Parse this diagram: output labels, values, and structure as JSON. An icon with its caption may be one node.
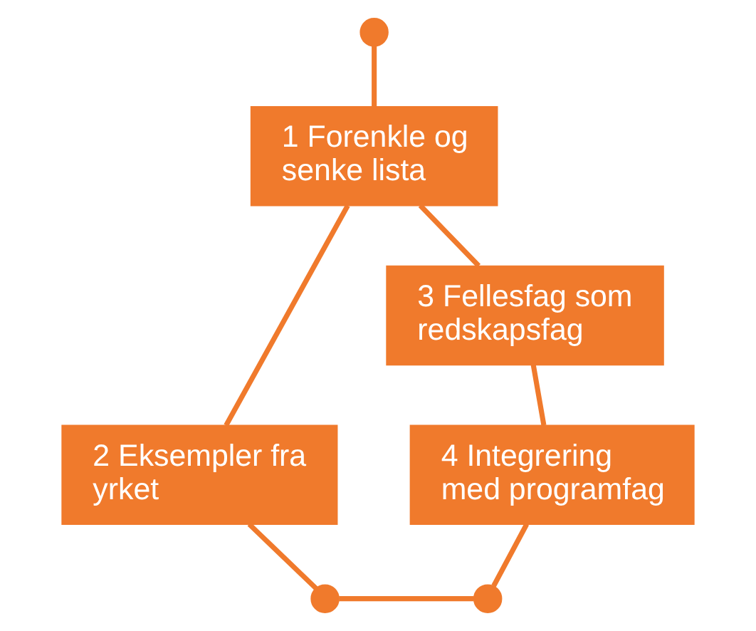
{
  "diagram": {
    "nodes": [
      {
        "text": [],
        "shape": "circle"
      },
      {
        "text": [
          "1 Forenkle og senke lista"
        ]
      },
      {
        "text": [
          "3 Fellesfag som redskapsfag"
        ]
      },
      {
        "text": [
          "2 Eksempler fra yrket"
        ]
      },
      {
        "text": [
          "4 Integrering med programfag"
        ]
      },
      {
        "text": [],
        "shape": "circle"
      },
      {
        "text": [],
        "shape": "circle"
      }
    ],
    "edges": [
      {
        "from": 0,
        "to": 1,
        "arrow": "none"
      },
      {
        "from": 1,
        "to": 3,
        "arrow": "none"
      },
      {
        "from": 3,
        "to": 5,
        "arrow": "none"
      },
      {
        "from": 1,
        "to": 2,
        "arrow": "none"
      },
      {
        "from": 2,
        "to": 4,
        "arrow": "none"
      },
      {
        "from": 4,
        "to": 6,
        "arrow": "none"
      },
      {
        "from": 5,
        "to": 6,
        "arrow": "none"
      }
    ]
  }
}
